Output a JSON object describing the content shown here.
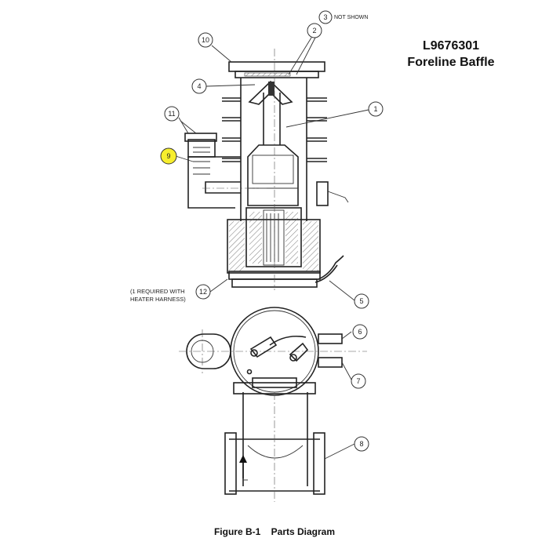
{
  "title": {
    "part_number": "L9676301",
    "name": "Foreline Baffle"
  },
  "caption": "Figure B-1    Parts Diagram",
  "notes": {
    "not_shown": "NOT SHOWN",
    "note_12_line1": "(1 REQUIRED WITH",
    "note_12_line2": "HEATER HARNESS)"
  },
  "callouts": [
    "1",
    "2",
    "3",
    "4",
    "5",
    "6",
    "7",
    "8",
    "9",
    "10",
    "11",
    "12"
  ],
  "colors": {
    "highlight": "#f7ee2e",
    "line": "#222222",
    "hatch": "#555555"
  }
}
